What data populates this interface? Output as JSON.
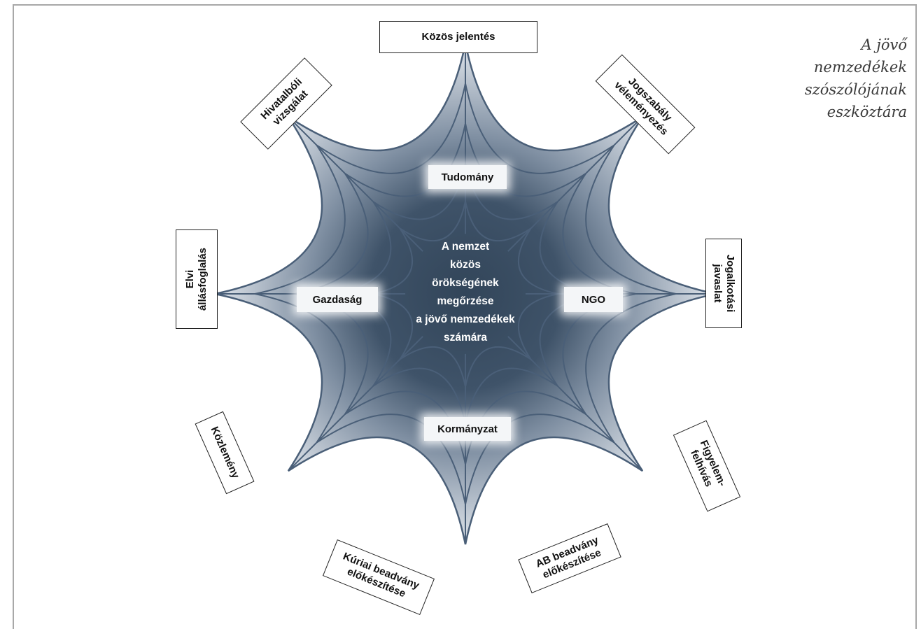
{
  "side_title": [
    "A jövő",
    "nemzedékek",
    "szószólójának",
    "eszköztára"
  ],
  "center": [
    "A nemzet",
    "közös",
    "örökségének",
    "megőrzése",
    "a jövő nemzedékek",
    "számára"
  ],
  "pillars": {
    "top": "Tudomány",
    "left": "Gazdaság",
    "right": "NGO",
    "bottom": "Kormányzat"
  },
  "tools": {
    "kozos_jelentes": [
      "Közös jelentés"
    ],
    "jogszabaly": [
      "Jogszabály",
      "véleményezés"
    ],
    "jogalkotasi": [
      "Jogalkotási",
      "javaslat"
    ],
    "figyelem": [
      "Figyelem-",
      "felhívás"
    ],
    "ab_beadvany": [
      "AB beadvány",
      "előkészítése"
    ],
    "kuriai": [
      "Kúriai beadvány",
      "előkészítése"
    ],
    "kozlemeny": [
      "Közlemény"
    ],
    "elvi": [
      "Elvi",
      "állásfoglalás"
    ],
    "hivatalboli": [
      "Hivatalbóli",
      "vizsgálat"
    ]
  },
  "colors": {
    "web_outer": "#dfe4ea",
    "web_inner": "#3c4f65",
    "web_stroke": "#4a5f78",
    "center_text": "#ffffff"
  }
}
